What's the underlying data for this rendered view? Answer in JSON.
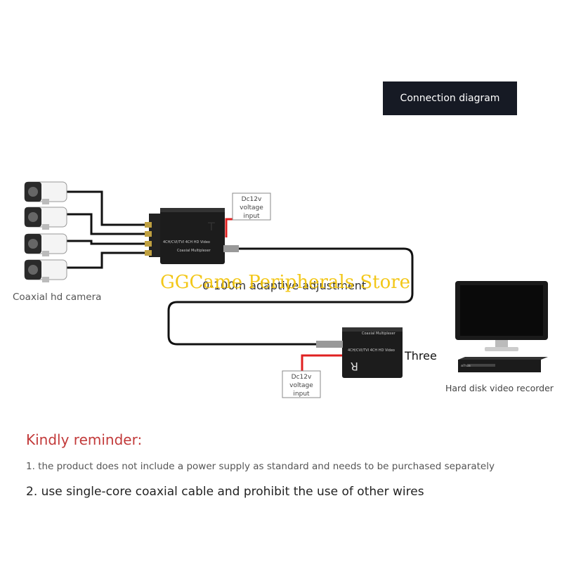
{
  "header": {
    "title": "Connection diagram"
  },
  "diagram": {
    "camera_label": "Coaxial hd camera",
    "transmitter_letter": "T",
    "transmitter_model": "4CH/CVI/TVI 4CH HD Video",
    "transmitter_sub": "Coaxial Multiplexer",
    "receiver_letter": "R",
    "receiver_model": "4CH/CVI/TVI 4CH HD Video",
    "receiver_sub": "Coaxial Multiplexer",
    "power_in_top": [
      "Dc12v",
      "voltage",
      "input"
    ],
    "power_in_bottom": [
      "Dc12v",
      "voltage",
      "input"
    ],
    "distance_label": "0-100m adaptive adjustment",
    "receiver_caption": "Three",
    "dvr_label": "Hard disk video recorder",
    "dvr_brand": "alhua",
    "watermark": "GGCame Peripherals Store"
  },
  "reminder": {
    "title": "Kindly reminder:",
    "note_1": "1. the product does not include a power supply as standard and needs to be purchased separately",
    "note_2": "2. use single-core coaxial cable and prohibit the use of other wires"
  },
  "colors": {
    "cable": "#111111",
    "power_wire": "#e02020",
    "title_bg": "#161a24",
    "reminder": "#c23a3a",
    "watermark": "#f2c200"
  }
}
